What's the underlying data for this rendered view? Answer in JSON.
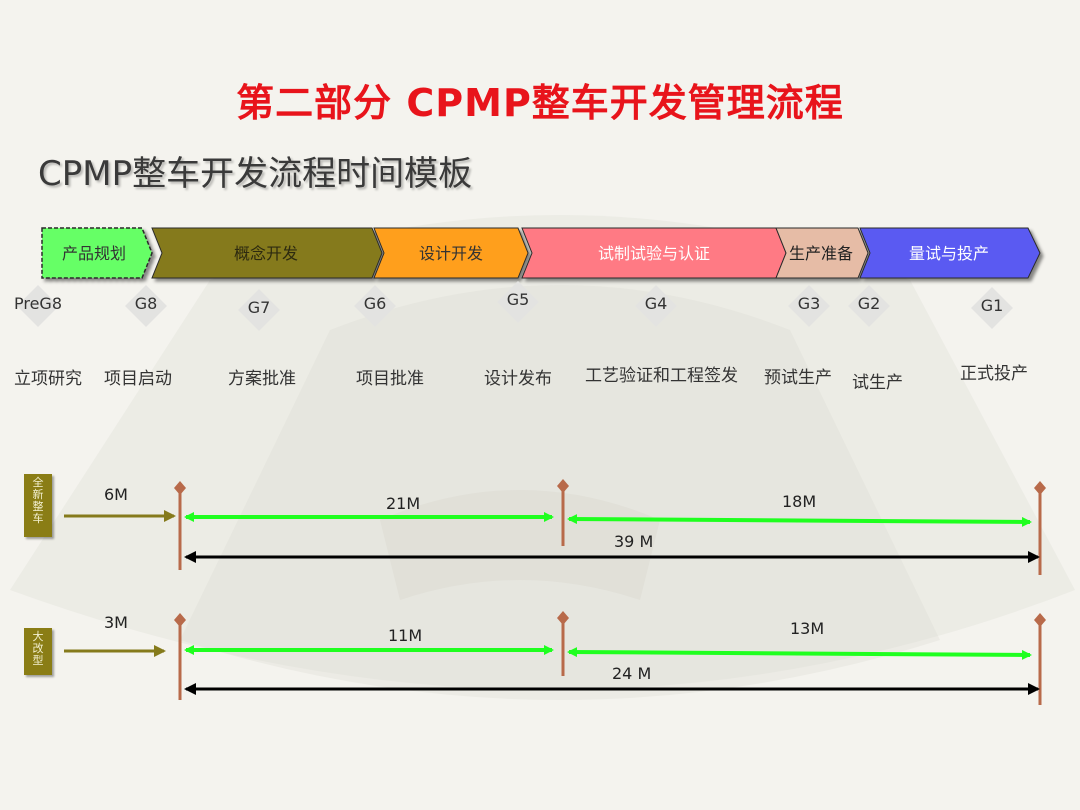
{
  "title": "第二部分  CPMP整车开发管理流程",
  "subtitle": "CPMP整车开发流程时间模板",
  "phases": [
    {
      "label": "产品规划",
      "color": "#66ff66",
      "text_color": "#333333"
    },
    {
      "label": "概念开发",
      "color": "#857a1b",
      "text_color": "#2d2a10"
    },
    {
      "label": "设计开发",
      "color": "#ff9f1a",
      "text_color": "#333333"
    },
    {
      "label": "试制试验与认证",
      "color": "#ff7a84",
      "text_color": "#ffffff"
    },
    {
      "label": "生产准备",
      "color": "#e6bca6",
      "text_color": "#222222"
    },
    {
      "label": "量试与投产",
      "color": "#5a5af2",
      "text_color": "#ffffff"
    }
  ],
  "gates": [
    {
      "code": "PreG8",
      "name": "立项研究"
    },
    {
      "code": "G8",
      "name": "项目启动"
    },
    {
      "code": "G7",
      "name": "方案批准"
    },
    {
      "code": "G6",
      "name": "项目批准"
    },
    {
      "code": "G5",
      "name": "设计发布"
    },
    {
      "code": "G4",
      "name": "工艺验证和工程签发"
    },
    {
      "code": "G3",
      "name": "预试生产"
    },
    {
      "code": "G2",
      "name": "试生产"
    },
    {
      "code": "G1",
      "name": "正式投产"
    }
  ],
  "timelines": [
    {
      "tag": "全新整车",
      "pre": "6M",
      "seg1": "21M",
      "seg2": "18M",
      "total": "39 M"
    },
    {
      "tag": "大改型",
      "pre": "3M",
      "seg1": "11M",
      "seg2": "13M",
      "total": "24 M"
    }
  ],
  "colors": {
    "arrow_green": "#1fff1f",
    "milestone": "#b86a4a",
    "tag_bg": "#8a7d15"
  }
}
